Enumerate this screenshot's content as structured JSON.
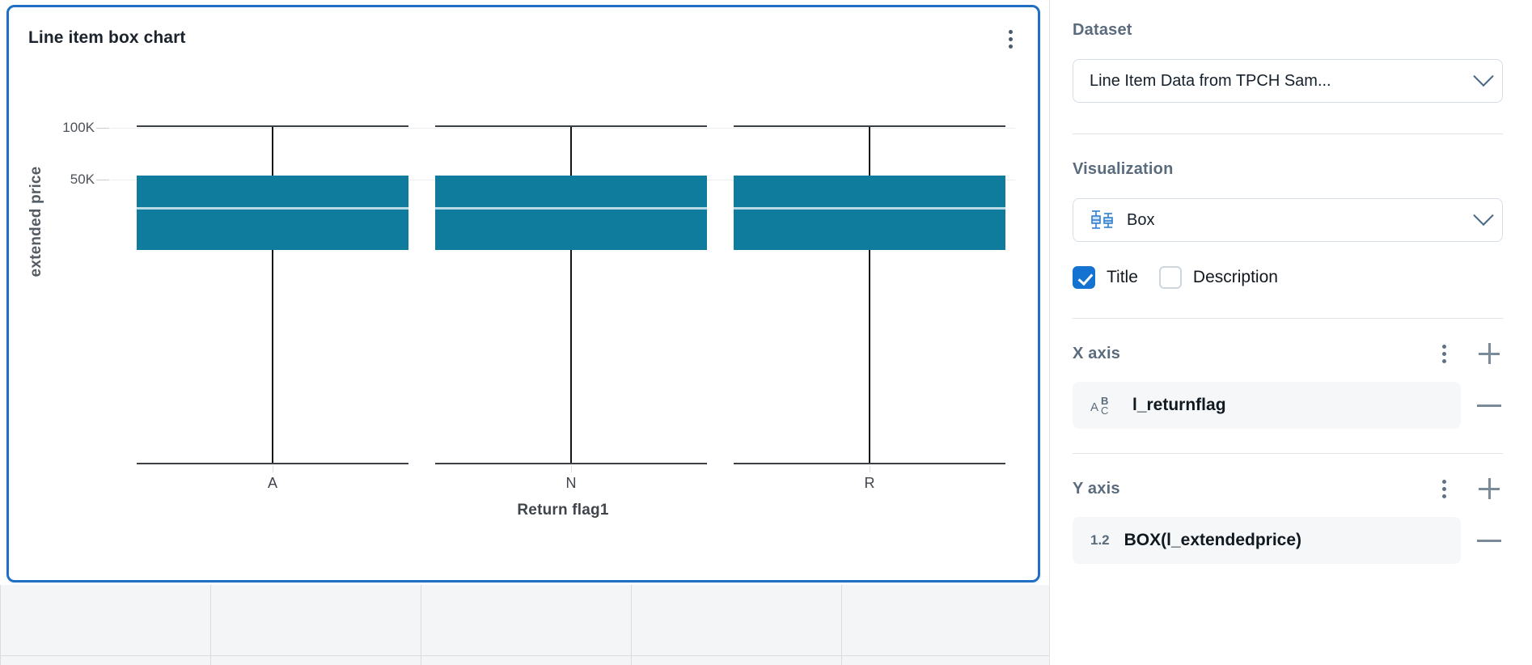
{
  "chart_card": {
    "title": "Line item box chart",
    "menu_icon": "kebab-menu-icon"
  },
  "chart_data": {
    "type": "box",
    "title": "Line item box chart",
    "xlabel": "Return flag1",
    "ylabel": "extended price",
    "categories": [
      "A",
      "N",
      "R"
    ],
    "ytick_labels": [
      "100K",
      "50K"
    ],
    "ytick_values": [
      100000,
      50000
    ],
    "ylim": [
      0,
      115000
    ],
    "grid": true,
    "legend": null,
    "series": [
      {
        "name": "BOX(l_extendedprice)",
        "boxes": [
          {
            "category": "A",
            "whisker_high": 104000,
            "q3": 51000,
            "median": 36500,
            "q1": 20200,
            "whisker_low": 905
          },
          {
            "category": "N",
            "whisker_high": 104000,
            "q3": 51000,
            "median": 36500,
            "q1": 20200,
            "whisker_low": 905
          },
          {
            "category": "R",
            "whisker_high": 104000,
            "q3": 51000,
            "median": 36500,
            "q1": 20200,
            "whisker_low": 905
          }
        ]
      }
    ],
    "colors": {
      "box_fill": "#0f7c9e",
      "median": "#b9dbe6",
      "whisker": "#111418",
      "cap": "#3b4046"
    }
  },
  "panel": {
    "dataset": {
      "section_label": "Dataset",
      "selected": "Line Item Data from TPCH Sam...",
      "chevron_icon": "chevron-down-icon"
    },
    "visualization": {
      "section_label": "Visualization",
      "selected": "Box",
      "type_icon": "box-plot-icon",
      "chevron_icon": "chevron-down-icon",
      "toggles": [
        {
          "label": "Title",
          "checked": true
        },
        {
          "label": "Description",
          "checked": false
        }
      ]
    },
    "x_axis": {
      "section_label": "X axis",
      "menu_icon": "kebab-menu-icon",
      "add_icon": "plus-icon",
      "fields": [
        {
          "name": "l_returnflag",
          "type_icon": "abc-text-type-icon",
          "remove_icon": "minus-icon"
        }
      ]
    },
    "y_axis": {
      "section_label": "Y axis",
      "menu_icon": "kebab-menu-icon",
      "add_icon": "plus-icon",
      "fields": [
        {
          "name": "BOX(l_extendedprice)",
          "type_icon": "1.2",
          "remove_icon": "minus-icon"
        }
      ]
    }
  }
}
